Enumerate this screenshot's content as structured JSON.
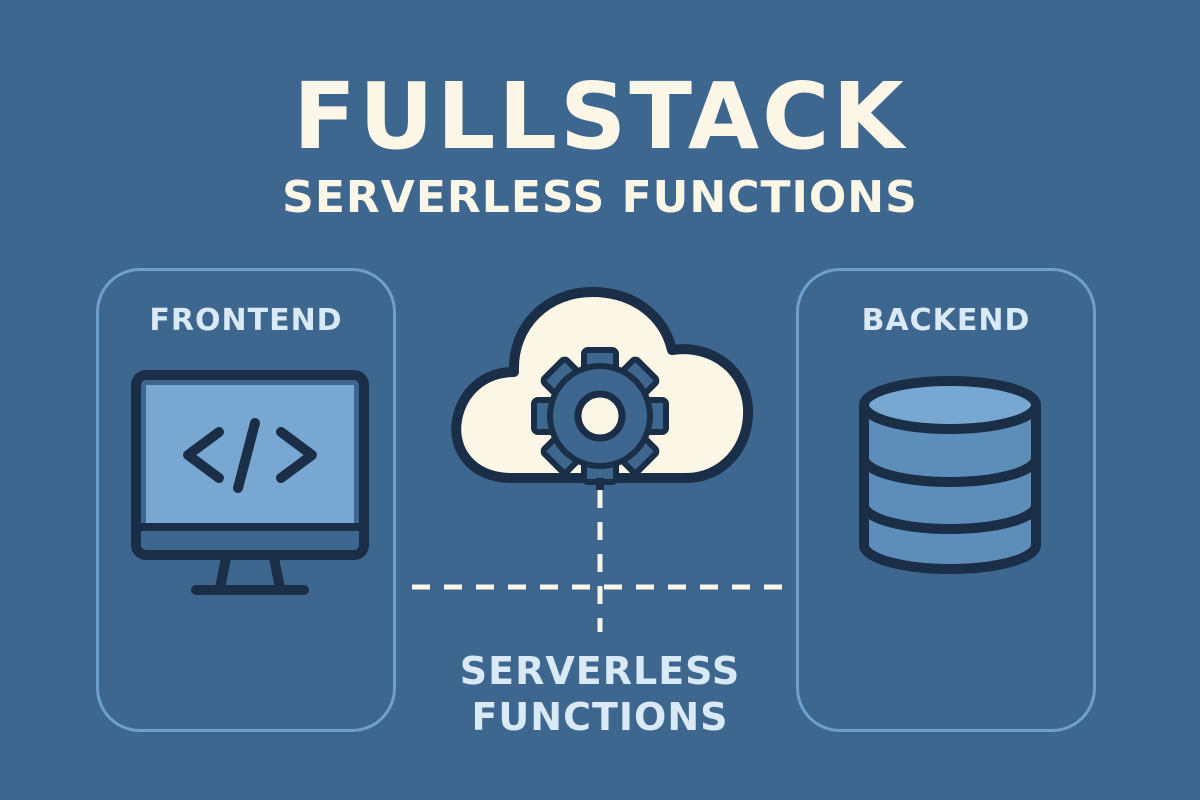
{
  "header": {
    "title": "FULLSTACK",
    "subtitle": "SERVERLESS FUNCTIONS"
  },
  "frontend": {
    "label": "FRONTEND",
    "icon": "monitor-code-icon"
  },
  "backend": {
    "label": "BACKEND",
    "icon": "database-icon"
  },
  "center": {
    "icon": "cloud-gear-icon",
    "label_line1": "SERVERLESS",
    "label_line2": "FUNCTIONS"
  },
  "colors": {
    "background": "#3e678f",
    "title_text": "#fbf6e6",
    "label_text": "#d9e9f5",
    "panel_border": "#6f9fcc",
    "outline": "#1b2e47",
    "cloud_fill": "#fbf6e6",
    "screen_fill": "#78a8d2",
    "gear_fill": "#3e678f"
  }
}
